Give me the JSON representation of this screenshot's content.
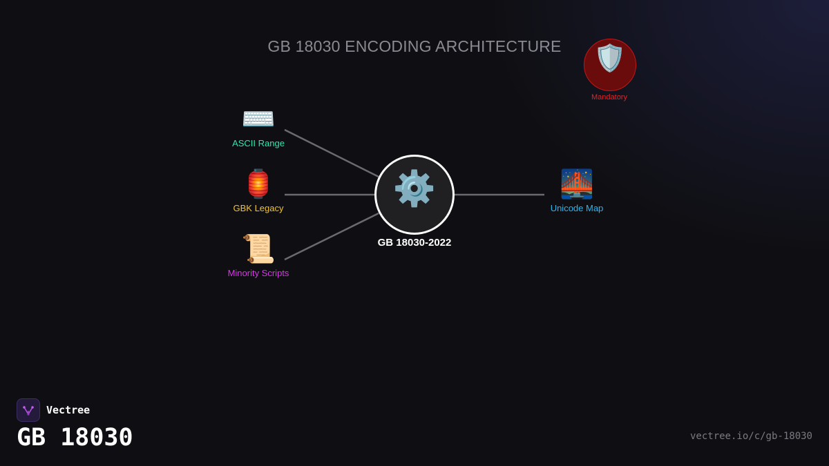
{
  "diagram": {
    "title": "GB 18030 ENCODING ARCHITECTURE",
    "hub": {
      "label": "GB 18030-2022",
      "icon": "gear-icon",
      "glyph": "⚙️"
    },
    "inputs": [
      {
        "label": "ASCII Range",
        "icon": "keyboard-icon",
        "glyph": "⌨️",
        "color": "#2ee6b0"
      },
      {
        "label": "GBK Legacy",
        "icon": "lantern-icon",
        "glyph": "🏮",
        "color": "#f2c230"
      },
      {
        "label": "Minority Scripts",
        "icon": "scroll-icon",
        "glyph": "📜",
        "color": "#d936e8"
      }
    ],
    "output": {
      "label": "Unicode Map",
      "icon": "bridge-icon",
      "glyph": "🌉",
      "color": "#2ab6f0"
    },
    "badge": {
      "label": "Mandatory",
      "icon": "shield-icon",
      "glyph": "🛡️",
      "color": "#e0242a"
    }
  },
  "footer": {
    "brand": "Vectree",
    "brand_icon": "vectree-logo-icon",
    "big_title": "GB 18030",
    "url": "vectree.io/c/gb-18030"
  }
}
